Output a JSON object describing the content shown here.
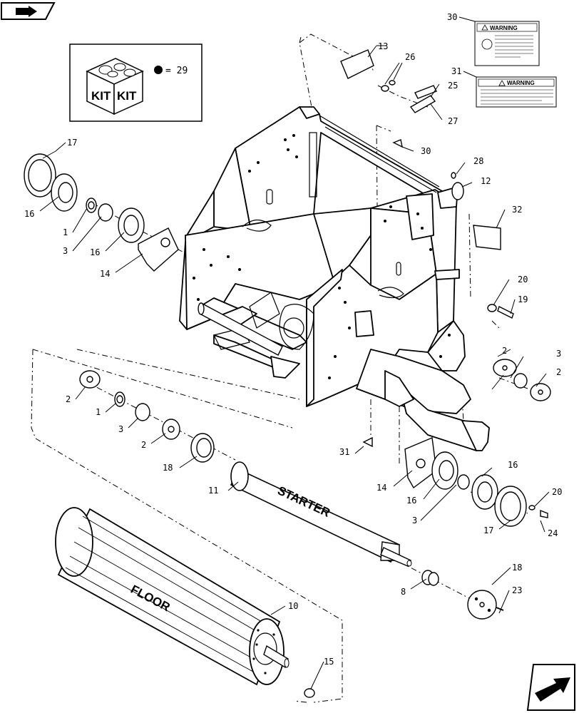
{
  "kit": {
    "word": "KIT",
    "equals": "= 29"
  },
  "decals": {
    "d30": {
      "title": "WARNING"
    },
    "d31": {
      "title": "WARNING"
    }
  },
  "roller_labels": {
    "starter": "STARTER",
    "floor": "FLOOR"
  },
  "callouts": [
    {
      "id": "c30",
      "text": "30"
    },
    {
      "id": "c31t",
      "text": "31"
    },
    {
      "id": "c13",
      "text": "13"
    },
    {
      "id": "c26",
      "text": "26"
    },
    {
      "id": "c25",
      "text": "25"
    },
    {
      "id": "c27",
      "text": "27"
    },
    {
      "id": "c30b",
      "text": "30"
    },
    {
      "id": "c28",
      "text": "28"
    },
    {
      "id": "c12",
      "text": "12"
    },
    {
      "id": "c32",
      "text": "32"
    },
    {
      "id": "c20a",
      "text": "20"
    },
    {
      "id": "c19",
      "text": "19"
    },
    {
      "id": "c17a",
      "text": "17"
    },
    {
      "id": "c16a",
      "text": "16"
    },
    {
      "id": "c1a",
      "text": "1"
    },
    {
      "id": "c3a",
      "text": "3"
    },
    {
      "id": "c16b",
      "text": "16"
    },
    {
      "id": "c14a",
      "text": "14"
    },
    {
      "id": "c2a",
      "text": "2"
    },
    {
      "id": "c3b",
      "text": "3"
    },
    {
      "id": "c2b",
      "text": "2"
    },
    {
      "id": "c2c",
      "text": "2"
    },
    {
      "id": "c1b",
      "text": "1"
    },
    {
      "id": "c3c",
      "text": "3"
    },
    {
      "id": "c2d",
      "text": "2"
    },
    {
      "id": "c18a",
      "text": "18"
    },
    {
      "id": "c31b",
      "text": "31"
    },
    {
      "id": "c11",
      "text": "11"
    },
    {
      "id": "c14b",
      "text": "14"
    },
    {
      "id": "c16c",
      "text": "16"
    },
    {
      "id": "c16d",
      "text": "16"
    },
    {
      "id": "c3d",
      "text": "3"
    },
    {
      "id": "c17b",
      "text": "17"
    },
    {
      "id": "c20b",
      "text": "20"
    },
    {
      "id": "c24",
      "text": "24"
    },
    {
      "id": "c8",
      "text": "8"
    },
    {
      "id": "c18b",
      "text": "18"
    },
    {
      "id": "c23",
      "text": "23"
    },
    {
      "id": "c10",
      "text": "10"
    },
    {
      "id": "c15",
      "text": "15"
    }
  ]
}
